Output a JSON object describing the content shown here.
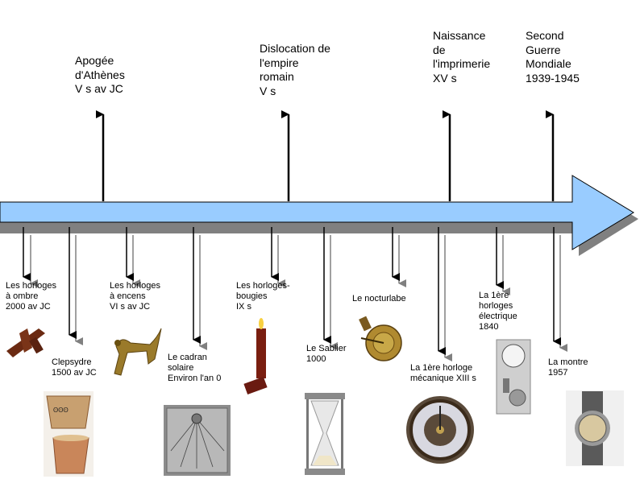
{
  "timeline": {
    "top_events": [
      {
        "text": "Apogée\nd'Athènes\nV s av JC"
      },
      {
        "text": "Dislocation de\nl'empire\nromain\nV s"
      },
      {
        "text": "Naissance\nde\nl'imprimerie\nXV s"
      },
      {
        "text": "Second\nGuerre\nMondiale\n1939-1945"
      }
    ],
    "bottom_events": [
      {
        "text": "Les horloges\nà ombre\n2000 av JC",
        "image": "shadow-clock"
      },
      {
        "text": "Clepsydre\n1500 av JC",
        "image": "clepsydra"
      },
      {
        "text": "Les horloges\nà encens\nVI s av JC",
        "image": "incense-clock"
      },
      {
        "text": "Le cadran\nsolaire\nEnviron l'an 0",
        "image": "sundial"
      },
      {
        "text": "Les horloges-\nbougies\nIX s",
        "image": "candle-clock"
      },
      {
        "text": "Le Sablier\n1000",
        "image": "hourglass"
      },
      {
        "text": "Le  nocturlabe",
        "image": "nocturlabe"
      },
      {
        "text": "La 1ère horloge\nmécanique XIII s",
        "image": "mechanical-clock"
      },
      {
        "text": "La 1ère\nhorloges\nélectrique\n1840",
        "image": "electric-clock"
      },
      {
        "text": "La montre\n1957",
        "image": "watch"
      }
    ]
  },
  "colors": {
    "band_fill": "#99ccff",
    "band_outline": "#000000",
    "shadow": "#808080",
    "arrow": "#000000"
  }
}
